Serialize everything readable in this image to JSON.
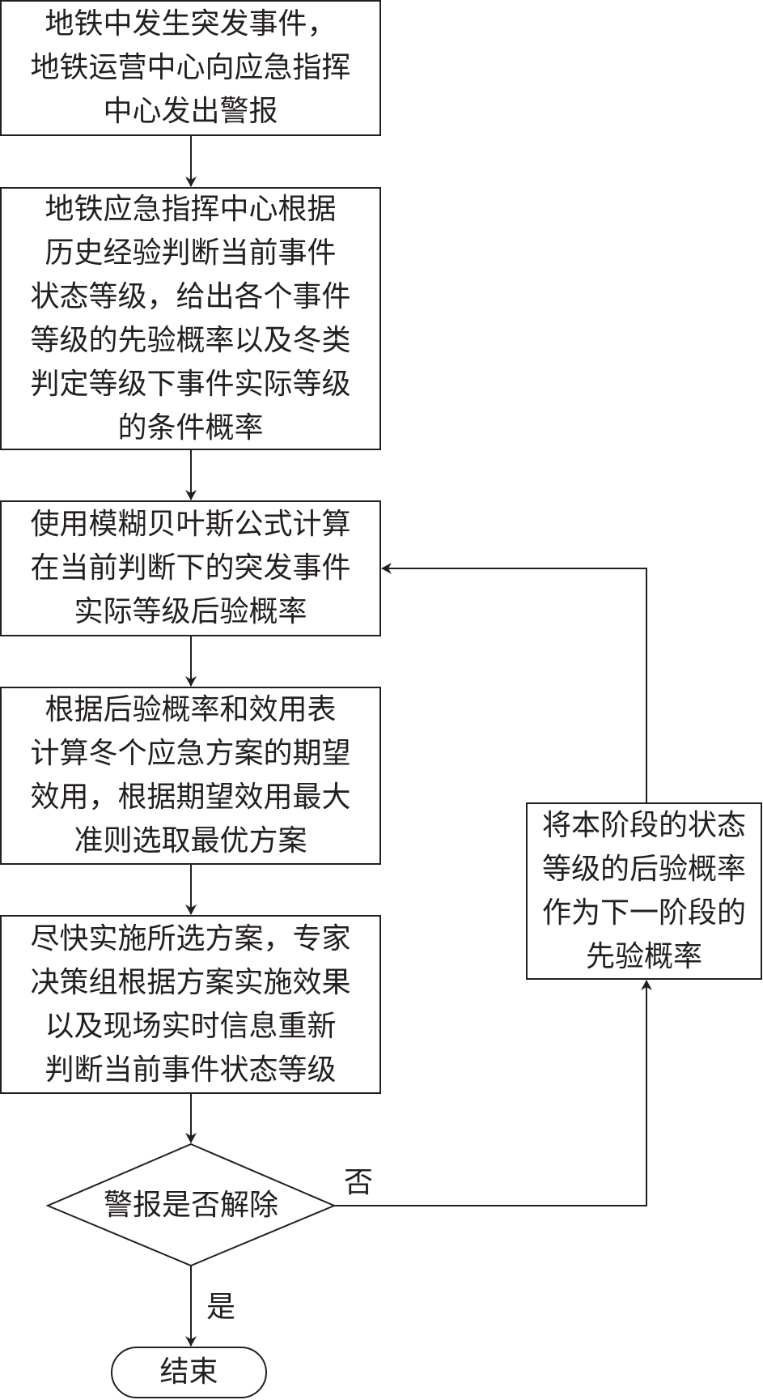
{
  "nodes": {
    "step1": "地铁中发生突发事件，\n地铁运营中心向应急指挥\n中心发出警报",
    "step2": "地铁应急指挥中心根据\n历史经验判断当前事件\n状态等级，给出各个事件\n等级的先验概率以及冬类\n判定等级下事件实际等级\n的条件概率",
    "step3": "使用模糊贝叶斯公式计算\n在当前判断下的突发事件\n实际等级后验概率",
    "step4": "根据后验概率和效用表\n计算冬个应急方案的期望\n效用，根据期望效用最大\n准则选取最优方案",
    "step5": "尽快实施所选方案，专家\n决策组根据方案实施效果\n以及现场实时信息重新\n判断当前事件状态等级",
    "decision": "警报是否解除",
    "feedback": "将本阶段的状态\n等级的后验概率\n作为下一阶段的\n先验概率",
    "end": "结束"
  },
  "edge_labels": {
    "no": "否",
    "yes": "是"
  },
  "colors": {
    "stroke": "#231f20",
    "background": "#ffffff"
  }
}
